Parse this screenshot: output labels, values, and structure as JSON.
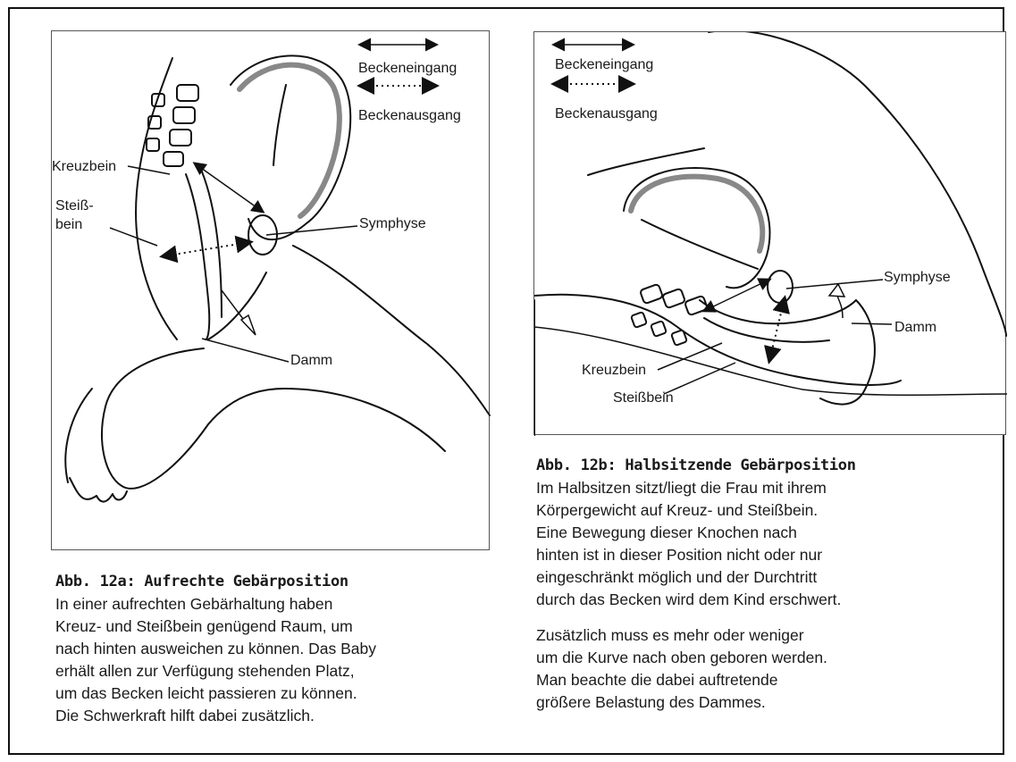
{
  "legend": {
    "inlet": "Beckeneingang",
    "outlet": "Beckenausgang"
  },
  "figure_a": {
    "labels": {
      "sacrum": "Kreuzbein",
      "coccyx_line1": "Steiß-",
      "coccyx_line2": "bein",
      "symphysis": "Symphyse",
      "perineum": "Damm"
    },
    "caption_title": "Abb. 12a: Aufrechte Gebärposition",
    "caption_lines": [
      "In einer aufrechten Gebärhaltung haben",
      "Kreuz- und Steißbein genügend Raum, um",
      "nach hinten ausweichen zu können. Das Baby",
      "erhält allen zur Verfügung stehenden Platz,",
      "um das Becken leicht passieren zu können.",
      "Die Schwerkraft hilft dabei zusätzlich."
    ]
  },
  "figure_b": {
    "labels": {
      "symphysis": "Symphyse",
      "perineum": "Damm",
      "sacrum": "Kreuzbein",
      "coccyx": "Steißbein"
    },
    "caption_title": "Abb. 12b: Halbsitzende Gebärposition",
    "caption_p1_lines": [
      "Im Halbsitzen sitzt/liegt die Frau mit ihrem",
      "Körpergewicht auf Kreuz- und Steißbein.",
      "Eine Bewegung dieser Knochen nach",
      "hinten ist in dieser Position nicht oder nur",
      "eingeschränkt möglich und der Durchtritt",
      "durch das Becken wird dem Kind erschwert."
    ],
    "caption_p2_lines": [
      "Zusätzlich muss es mehr oder weniger",
      "um die Kurve nach oben geboren werden.",
      "Man beachte die dabei auftretende",
      "größere Belastung des Dammes."
    ]
  }
}
